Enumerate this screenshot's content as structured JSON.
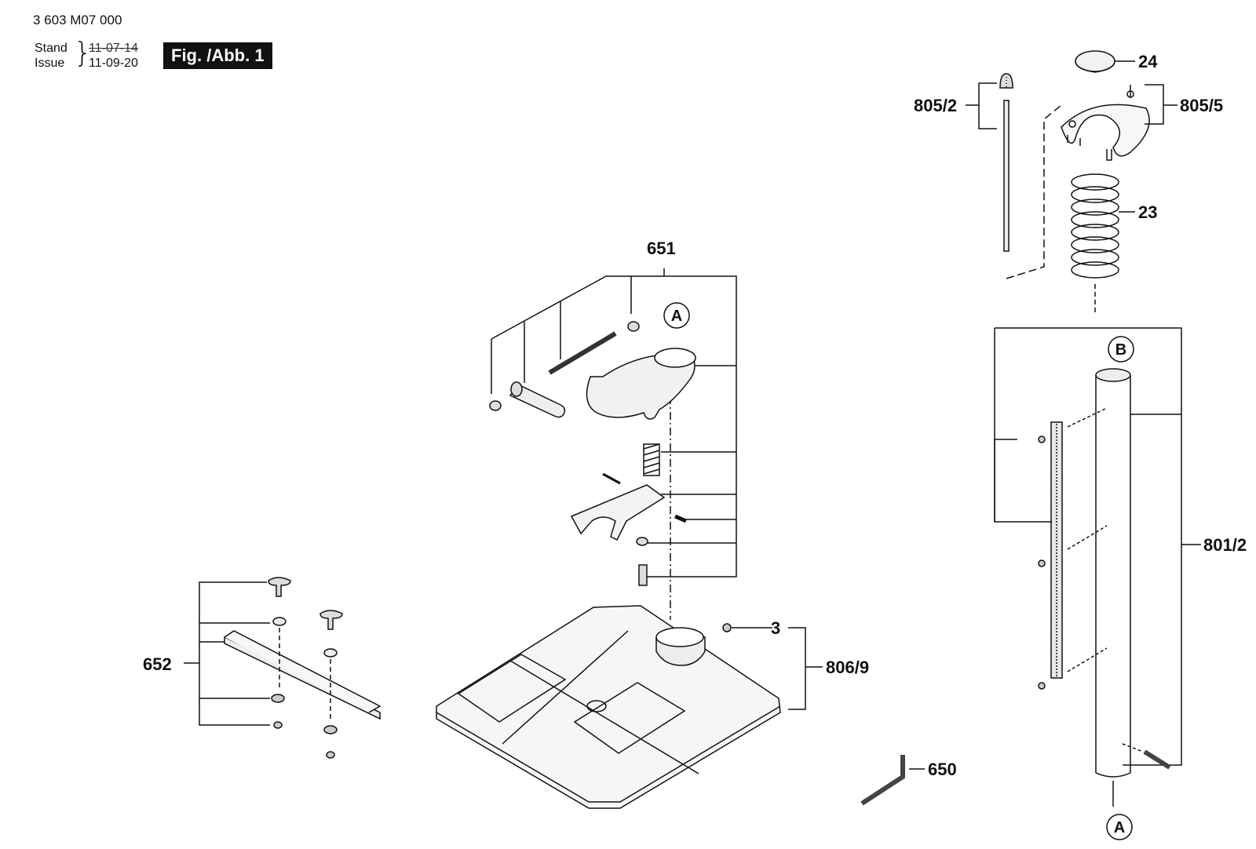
{
  "header": {
    "document_number": "3 603 M07 000",
    "stand_label": "Stand",
    "issue_label": "Issue",
    "stand_date": "11-07-14",
    "issue_date": "11-09-20",
    "figure_badge": "Fig. /Abb. 1"
  },
  "part_labels": {
    "p24": "24",
    "p805_2": "805/2",
    "p805_5": "805/5",
    "p23": "23",
    "p651": "651",
    "p801_2": "801/2",
    "p3": "3",
    "p806_9": "806/9",
    "p652": "652",
    "p650": "650"
  },
  "callouts": {
    "a_top": "A",
    "b": "B",
    "a_bottom": "A"
  }
}
